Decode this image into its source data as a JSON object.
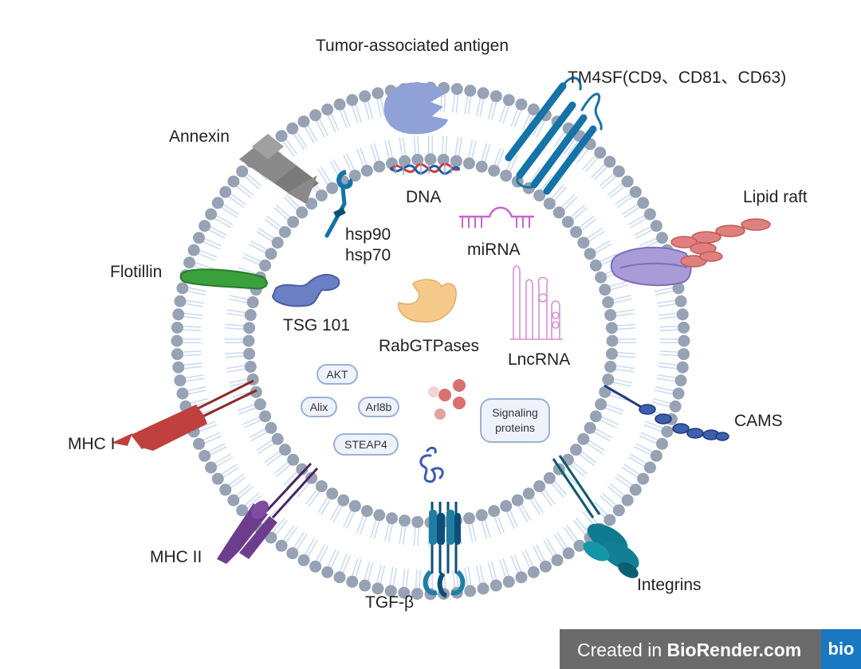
{
  "labels": {
    "tumor_antigen": "Tumor-associated antigen",
    "tm4sf": "TM4SF(CD9、CD81、CD63)",
    "annexin": "Annexin",
    "lipid_raft": "Lipid raft",
    "flotillin": "Flotillin",
    "dna": "DNA",
    "hsp90": "hsp90",
    "hsp70": "hsp70",
    "mirna": "miRNA",
    "tsg101": "TSG 101",
    "rabgtpases": "RabGTPases",
    "lncrna": "LncRNA",
    "cams": "CAMS",
    "mhc1": "MHC I",
    "mhc2": "MHC II",
    "tgfb": "TGF-β",
    "integrins": "Integrins"
  },
  "pills": {
    "akt": "AKT",
    "alix": "Alix",
    "arl8b": "Arl8b",
    "steap4": "STEAP4",
    "signaling_line1": "Signaling",
    "signaling_line2": "proteins"
  },
  "branding": {
    "prefix": "Created in ",
    "name": "BioRender.com",
    "logo": "bio"
  },
  "colors": {
    "membrane_head": "#97a2b4",
    "membrane_tail": "#c9daf0",
    "annexin": "#8a8a8a",
    "tm4sf": "#1573a8",
    "lipid_raft": "#e0807e",
    "flotillin": "#3aa03c",
    "tsg101": "#6b80c4",
    "mhc1": "#c0403e",
    "mhc2": "#6c3d8c",
    "tgfb": "#1e7fa3",
    "integrins": "#0f7a90",
    "cams": "#2e4f9a",
    "antigen": "#8fa1d6",
    "rab": "#f4c98a",
    "mirna": "#c565c8",
    "lncrna": "#d391d3",
    "dna_red": "#d23b3b",
    "dna_blue": "#1e5fa8"
  }
}
